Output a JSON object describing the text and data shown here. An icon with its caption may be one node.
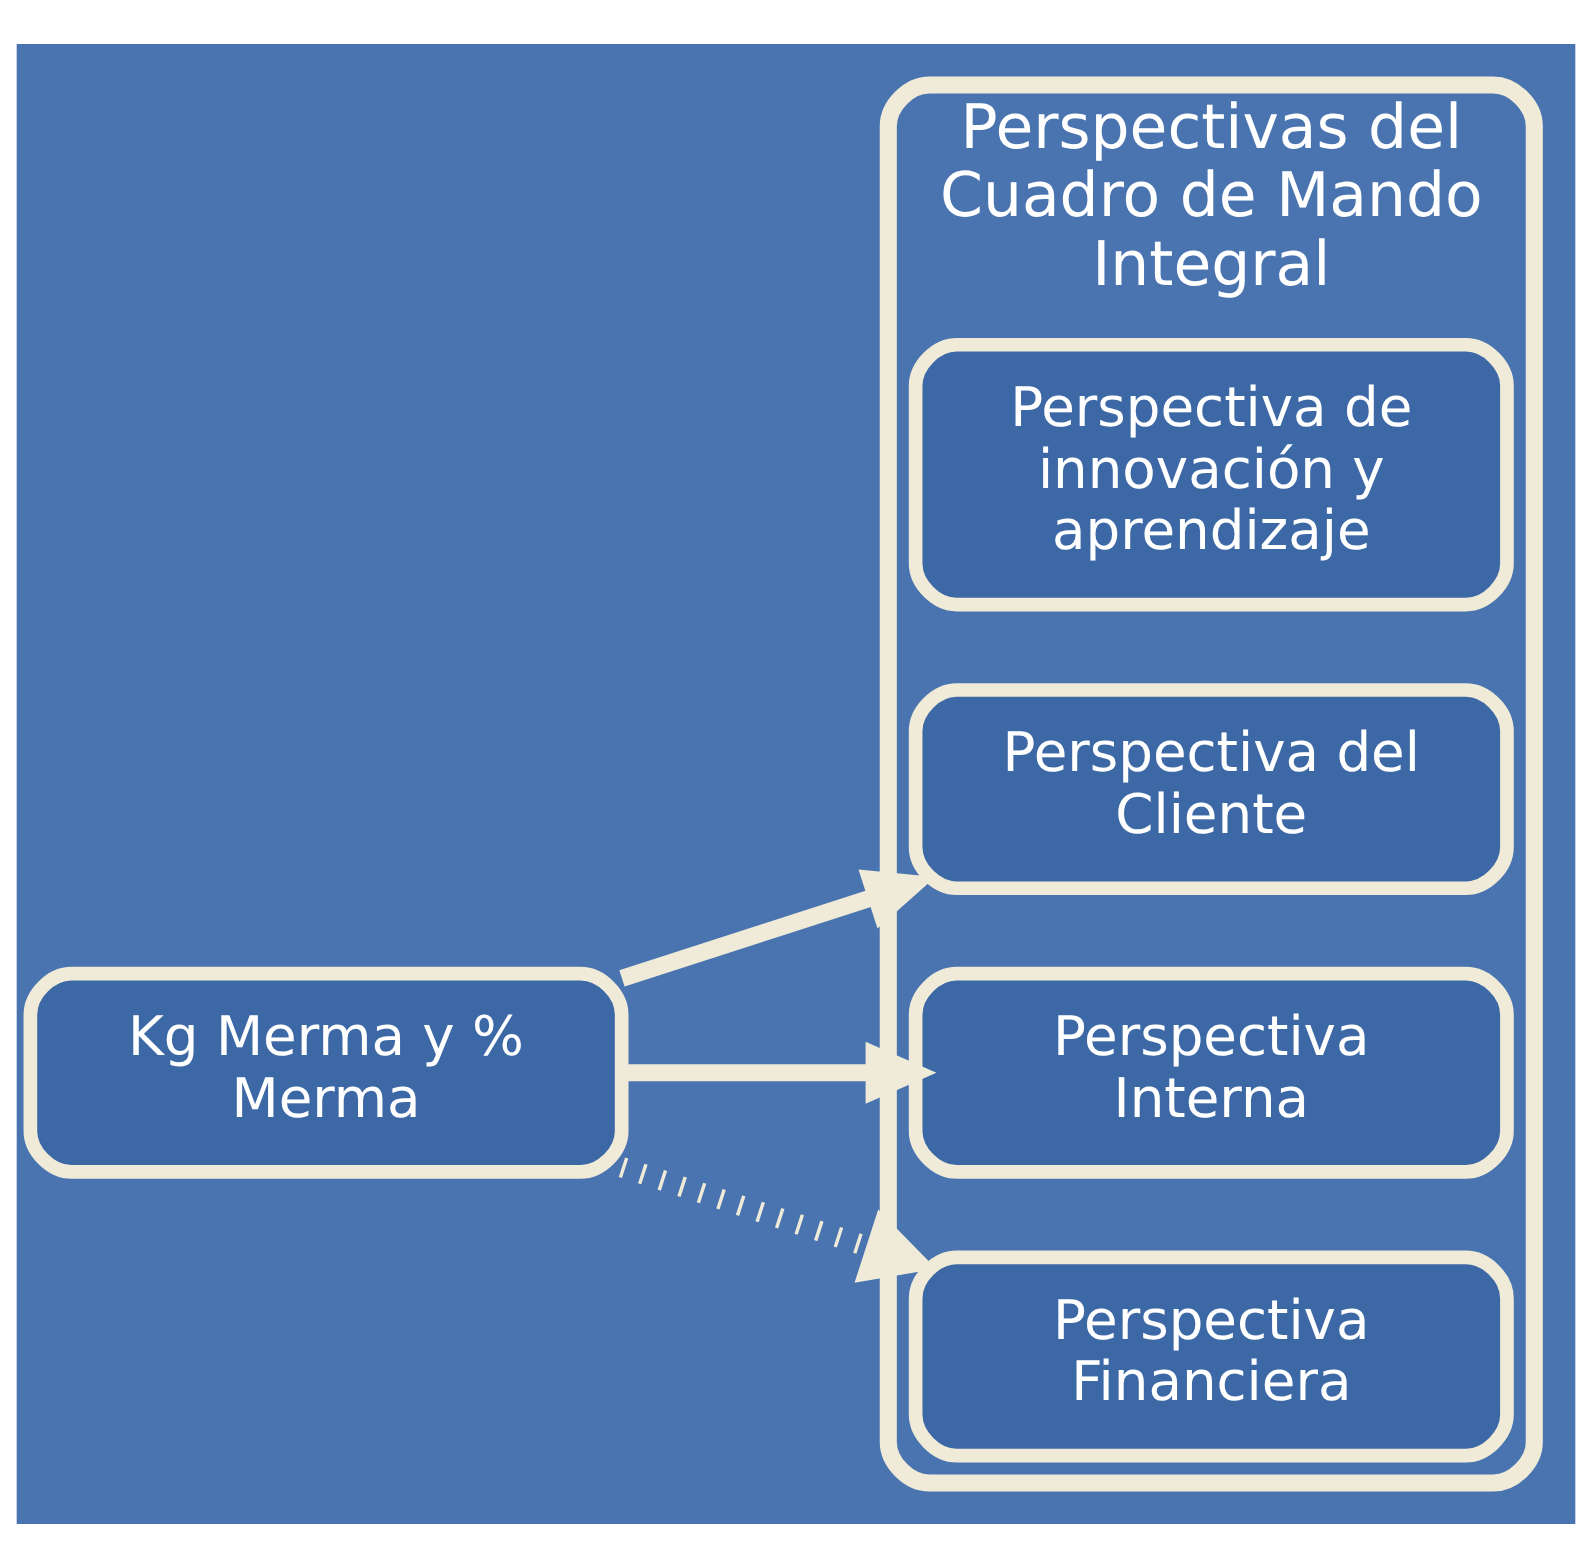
{
  "diagram": {
    "nodes": [
      {
        "text": [
          "Perspectivas del Cuadro de Mando Integral"
        ]
      },
      {
        "text": [
          "Perspectiva Financiera"
        ],
        "in": 0
      },
      {
        "text": [
          "Perspectiva Interna"
        ],
        "in": 0
      },
      {
        "text": [
          "Perspectiva del Cliente"
        ],
        "in": 0
      },
      {
        "text": [
          "Perspectiva de innovación y aprendizaje"
        ],
        "in": 0
      },
      {
        "text": [
          "Kg Merma y % Merma"
        ]
      }
    ],
    "edges": [
      {
        "from": 5,
        "to": 1,
        "arrow": "to",
        "style": "dashed"
      },
      {
        "from": 5,
        "to": 2,
        "arrow": "to"
      },
      {
        "from": 5,
        "to": 3,
        "arrow": "to"
      }
    ]
  }
}
